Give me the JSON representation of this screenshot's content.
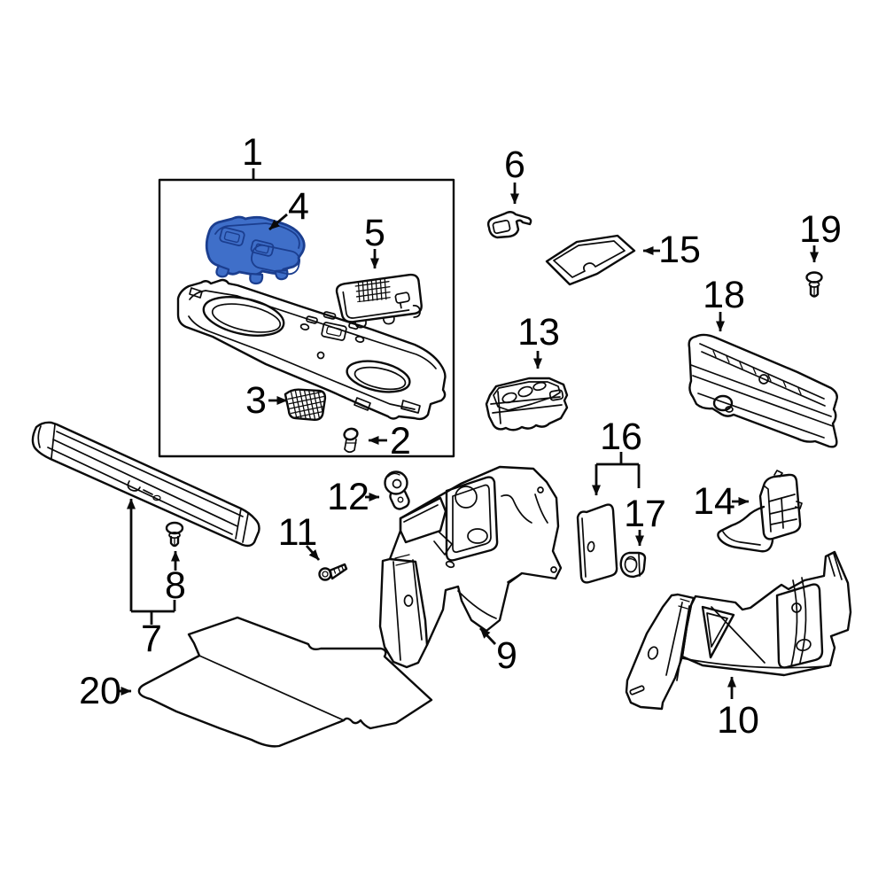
{
  "diagram": {
    "background": "#ffffff",
    "line_color": "#0a0a0a",
    "highlight": {
      "part_number": "4",
      "fill": "#3f6fc9",
      "stroke": "#1b3e8f"
    },
    "callouts": [
      {
        "id": "1",
        "label": "1"
      },
      {
        "id": "2",
        "label": "2"
      },
      {
        "id": "3",
        "label": "3"
      },
      {
        "id": "4",
        "label": "4"
      },
      {
        "id": "5",
        "label": "5"
      },
      {
        "id": "6",
        "label": "6"
      },
      {
        "id": "7",
        "label": "7"
      },
      {
        "id": "8",
        "label": "8"
      },
      {
        "id": "9",
        "label": "9"
      },
      {
        "id": "10",
        "label": "10"
      },
      {
        "id": "11",
        "label": "11"
      },
      {
        "id": "12",
        "label": "12"
      },
      {
        "id": "13",
        "label": "13"
      },
      {
        "id": "14",
        "label": "14"
      },
      {
        "id": "15",
        "label": "15"
      },
      {
        "id": "16",
        "label": "16"
      },
      {
        "id": "17",
        "label": "17"
      },
      {
        "id": "18",
        "label": "18"
      },
      {
        "id": "19",
        "label": "19"
      },
      {
        "id": "20",
        "label": "20"
      }
    ]
  }
}
